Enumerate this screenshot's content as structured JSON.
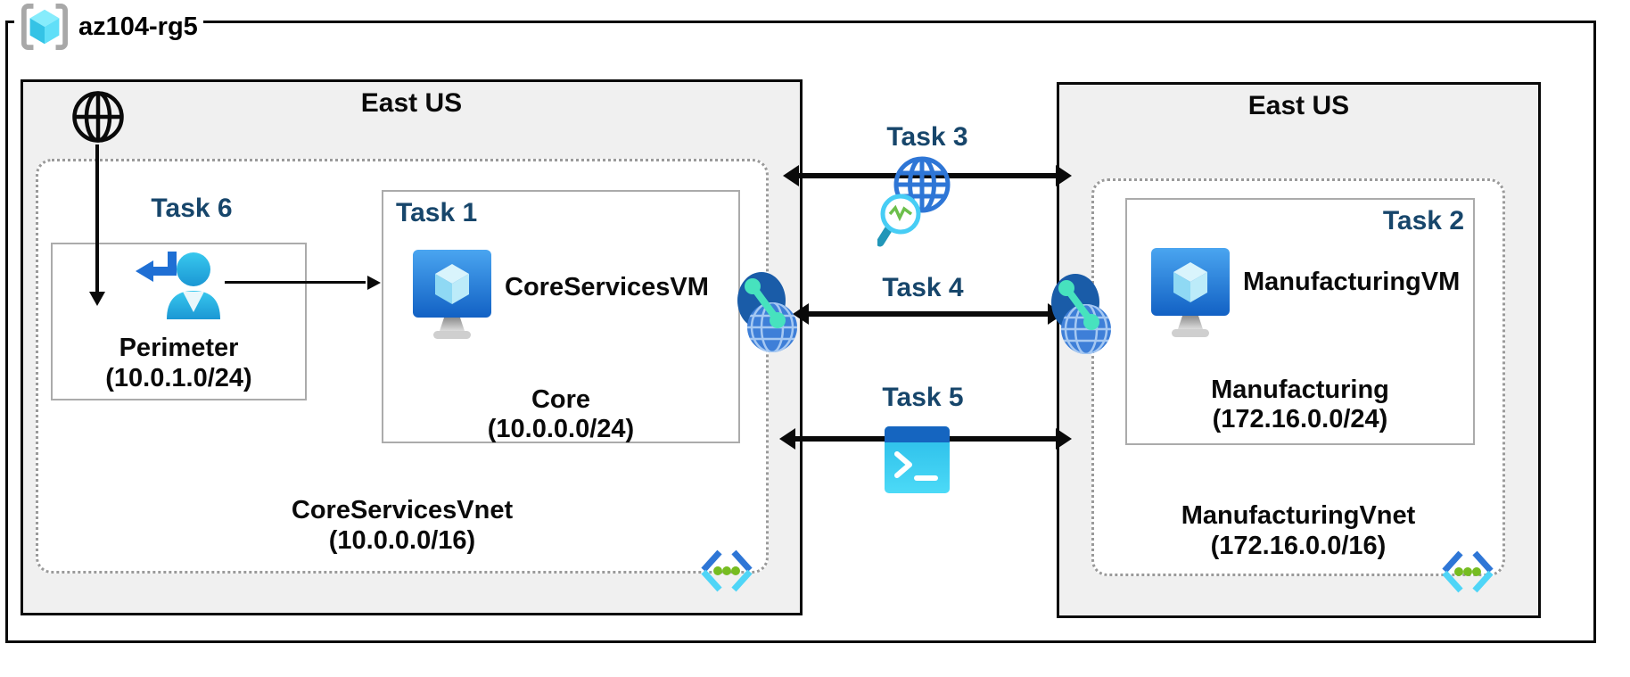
{
  "resource_group": {
    "label": "az104-rg5",
    "icon": "resource-group-icon"
  },
  "regions": {
    "left": {
      "location": "East US",
      "internet_icon": "internet-globe-icon",
      "task6": {
        "label": "Task 6"
      },
      "perimeter": {
        "name": "Perimeter",
        "cidr": "(10.0.1.0/24)",
        "icon": "signin-user-icon"
      },
      "task1": {
        "label": "Task 1",
        "vm_name": "CoreServicesVM",
        "vm_icon": "virtual-machine-icon",
        "subnet_name": "Core",
        "subnet_cidr": "(10.0.0.0/24)"
      },
      "vnet": {
        "name": "CoreServicesVnet",
        "cidr": "(10.0.0.0/16)",
        "icon": "virtual-network-icon"
      }
    },
    "right": {
      "location": "East US",
      "task2": {
        "label": "Task 2",
        "vm_name": "ManufacturingVM",
        "vm_icon": "virtual-machine-icon",
        "subnet_name": "Manufacturing",
        "subnet_cidr": "(172.16.0.0/24)"
      },
      "vnet": {
        "name": "ManufacturingVnet",
        "cidr": "(172.16.0.0/16)",
        "icon": "virtual-network-icon"
      }
    }
  },
  "connections": {
    "task3": {
      "label": "Task 3",
      "icon": "network-watcher-icon"
    },
    "task4": {
      "label": "Task 4",
      "icon": "vnet-peering-icon"
    },
    "task5": {
      "label": "Task 5",
      "icon": "cloud-shell-terminal-icon"
    }
  },
  "colors": {
    "task_label": "#17466B",
    "region_bg": "#F0F0F0",
    "region_border": "#0A0A0A",
    "dotted_border": "#9A9A9A",
    "box_border": "#ABABAB",
    "arrow": "#0A0A0A",
    "azure_blue": "#2E76D6",
    "azure_cyan": "#4FD5F7",
    "azure_green": "#76BC21",
    "peering_teal": "#47E2BE"
  }
}
